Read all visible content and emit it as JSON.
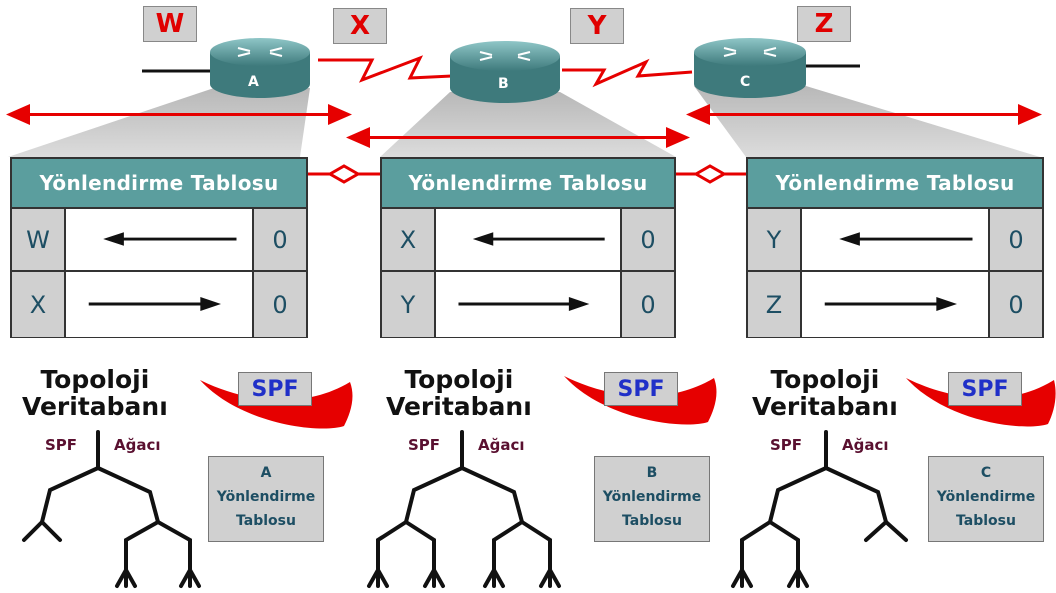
{
  "networks": [
    "W",
    "X",
    "Y",
    "Z"
  ],
  "routers": [
    "A",
    "B",
    "C"
  ],
  "tables": [
    {
      "title": "Yönlendirme Tablosu",
      "rows": [
        {
          "net": "W",
          "dir": "left",
          "cost": "0"
        },
        {
          "net": "X",
          "dir": "right",
          "cost": "0"
        }
      ]
    },
    {
      "title": "Yönlendirme Tablosu",
      "rows": [
        {
          "net": "X",
          "dir": "left",
          "cost": "0"
        },
        {
          "net": "Y",
          "dir": "right",
          "cost": "0"
        }
      ]
    },
    {
      "title": "Yönlendirme Tablosu",
      "rows": [
        {
          "net": "Y",
          "dir": "left",
          "cost": "0"
        },
        {
          "net": "Z",
          "dir": "right",
          "cost": "0"
        }
      ]
    }
  ],
  "topology": {
    "db_line1": "Topoloji",
    "db_line2": "Veritabanı",
    "spf": "SPF",
    "tree_spf": "SPF",
    "tree_word": "Ağacı"
  },
  "rt_boxes": [
    {
      "router": "A",
      "line1": "Yönlendirme",
      "line2": "Tablosu"
    },
    {
      "router": "B",
      "line1": "Yönlendirme",
      "line2": "Tablosu"
    },
    {
      "router": "C",
      "line1": "Yönlendirme",
      "line2": "Tablosu"
    }
  ],
  "colors": {
    "link": "#e60000",
    "header": "#5b9e9e",
    "cell": "#d0d0d0",
    "router": "#4f8a8c",
    "cell_text": "#1d4e63",
    "spf_text": "#2030c8"
  }
}
